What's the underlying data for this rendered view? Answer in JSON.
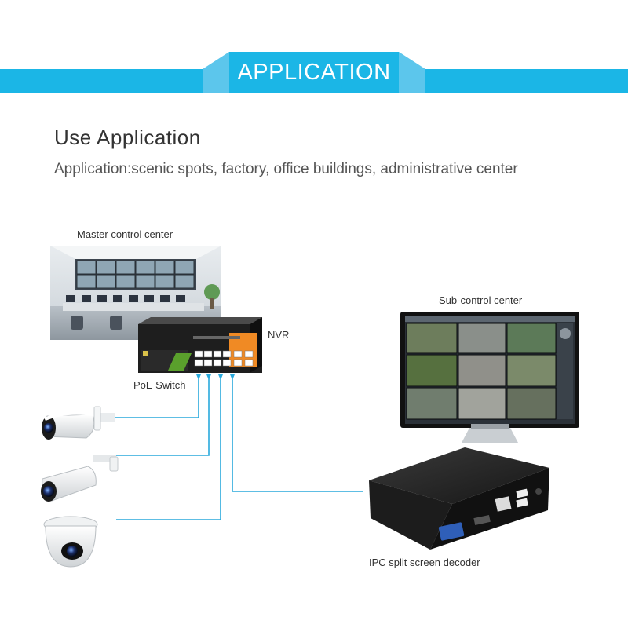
{
  "banner": {
    "title": "APPLICATION"
  },
  "section": {
    "heading": "Use Application",
    "subheading": "Application:scenic spots, factory, office buildings, administrative center"
  },
  "labels": {
    "master": "Master control center",
    "nvr": "NVR",
    "poe": "PoE Switch",
    "sub": "Sub-control center",
    "decoder": "IPC split screen decoder"
  },
  "colors": {
    "accent": "#1bb6e6",
    "line": "#29a9dc",
    "device": "#1e1e1e",
    "port_orange": "#f08a24",
    "port_green": "#5aa02c"
  },
  "icons": {
    "master": "control-room-icon",
    "switch": "poe-switch-icon",
    "camera1": "bullet-camera-icon",
    "camera2": "bullet-camera-icon",
    "camera3": "dome-camera-icon",
    "monitor": "monitor-icon",
    "decoder": "decoder-box-icon"
  }
}
